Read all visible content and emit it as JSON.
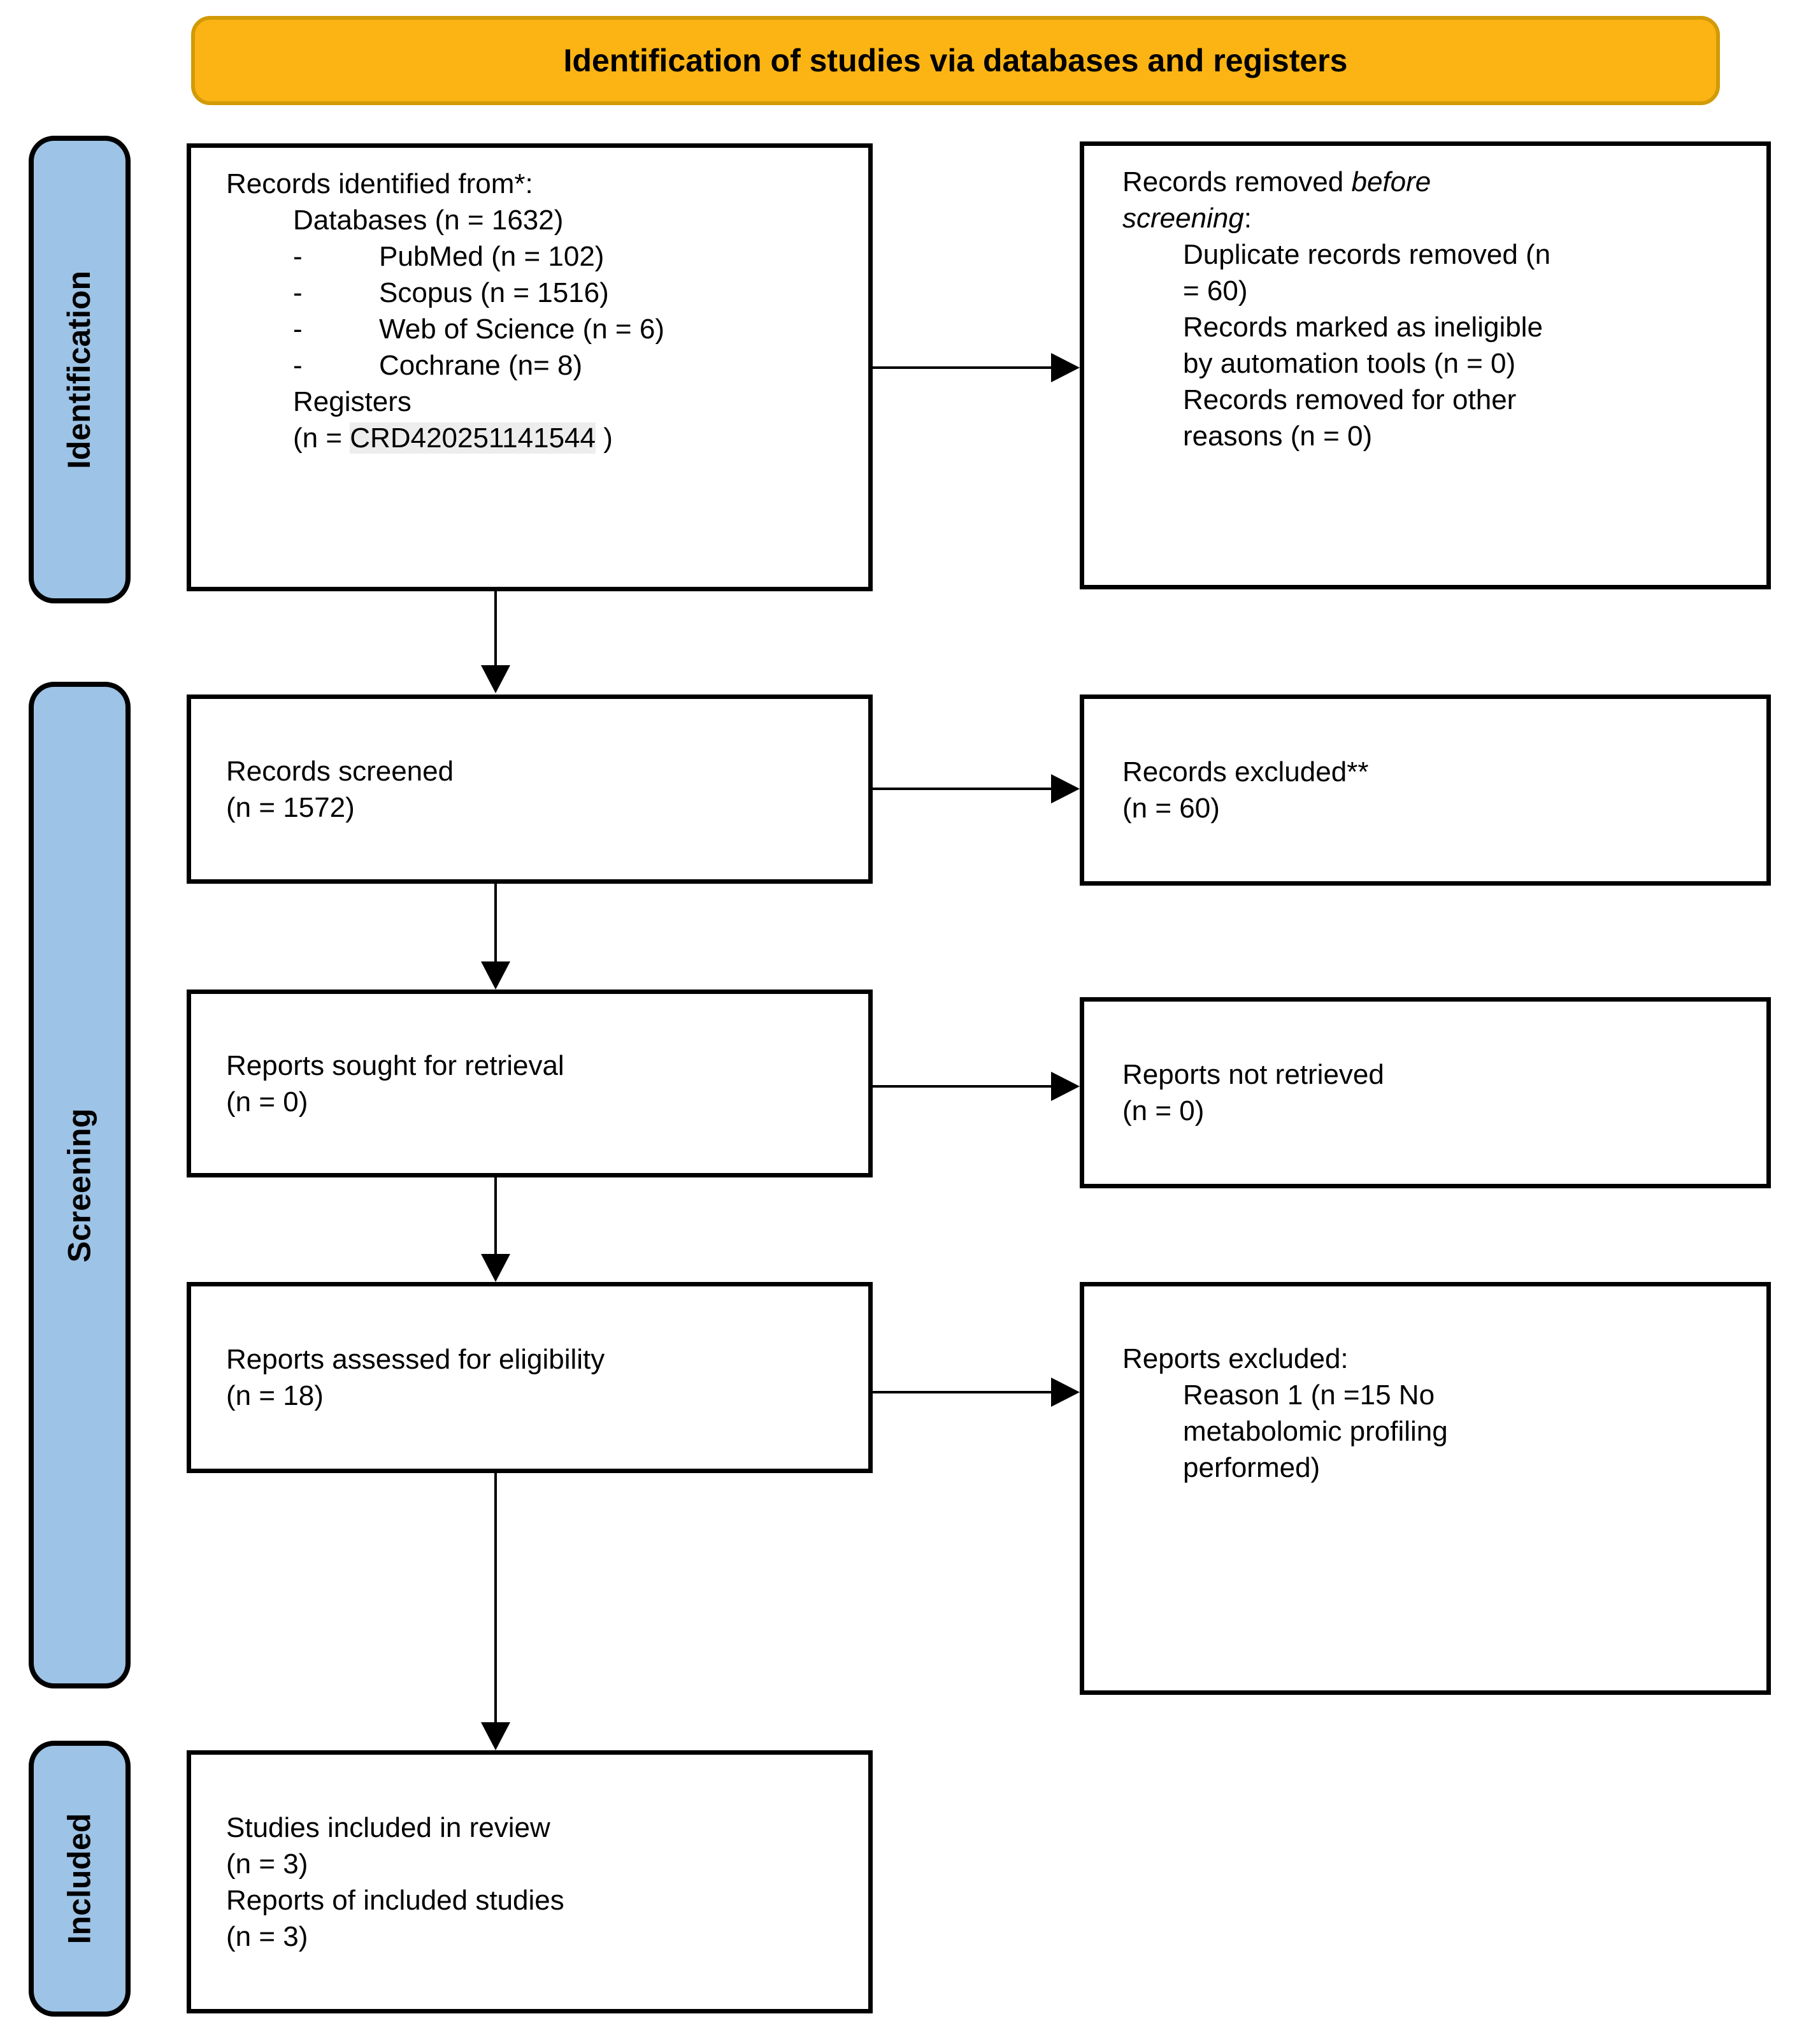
{
  "colors": {
    "banner_fill": "#FBB414",
    "banner_border": "#D29A06",
    "stage_fill": "#9DC3E6",
    "stage_border": "#000000",
    "box_border": "#000000",
    "box_bg": "#FFFFFF",
    "arrow": "#000000",
    "highlight_bg": "#EDEDED",
    "text": "#000000"
  },
  "banner": {
    "title": "Identification of studies via databases and registers"
  },
  "stages": {
    "identification": "Identification",
    "screening": "Screening",
    "included": "Included"
  },
  "glyphs": {
    "bullet_dash": "-"
  },
  "boxes": {
    "records_identified": {
      "heading": "Records identified from*:",
      "databases": "Databases (n = 1632)",
      "bullets": [
        "PubMed (n = 102)",
        "Scopus (n = 1516)",
        "Web of Science (n = 6)",
        "Cochrane (n= 8)"
      ],
      "registers_label": "Registers",
      "registers_prefix": "(n = ",
      "registers_id": "CRD420251141544",
      "registers_suffix": " )"
    },
    "records_removed": {
      "heading_prefix": "Records removed ",
      "heading_italic": "before screening",
      "heading_suffix": ":",
      "items": [
        "Duplicate records removed (n = 60)",
        "Records marked as ineligible by automation tools (n = 0)",
        "Records removed for other reasons (n = 0)"
      ]
    },
    "records_screened": {
      "line1": "Records screened",
      "line2": "(n = 1572)"
    },
    "records_excluded": {
      "line1": "Records excluded**",
      "line2": "(n = 60)"
    },
    "reports_sought": {
      "line1": "Reports sought for retrieval",
      "line2": "(n = 0)"
    },
    "reports_not_retrieved": {
      "line1": "Reports not retrieved",
      "line2": "(n = 0)"
    },
    "reports_assessed": {
      "line1": "Reports assessed for eligibility",
      "line2": "(n = 18)"
    },
    "reports_excluded": {
      "heading": "Reports excluded:",
      "reason": "Reason 1 (n =15 No metabolomic profiling performed)"
    },
    "studies_included": {
      "line1": "Studies included in review",
      "line2": "(n = 3)",
      "line3": "Reports of included studies",
      "line4": "(n = 3)"
    }
  }
}
